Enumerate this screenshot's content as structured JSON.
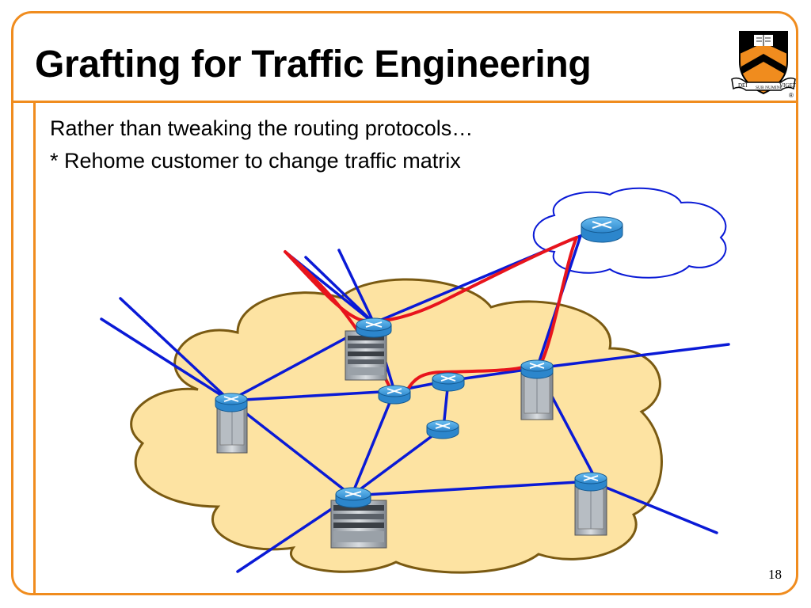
{
  "slide": {
    "title": "Grafting for Traffic Engineering",
    "bullets": [
      "Rather than tweaking the routing protocols…",
      "* Rehome customer to change traffic matrix"
    ],
    "page_number": "18"
  },
  "logo": {
    "name": "princeton-shield",
    "motto_left": "DEI",
    "motto_center": "SUB NUMINE",
    "motto_right": "VIGET",
    "registered_mark": "®"
  },
  "colors": {
    "frame": "#f08c1e",
    "cloud_fill": "#fde3a2",
    "cloud_stroke": "#7a5a12",
    "link": "#0a1ad6",
    "path": "#e8141c",
    "router": "#2d8fd8"
  },
  "diagram": {
    "routers": [
      {
        "id": "r-top-center"
      },
      {
        "id": "r-left"
      },
      {
        "id": "r-center"
      },
      {
        "id": "r-mid-right"
      },
      {
        "id": "r-small-lower"
      },
      {
        "id": "r-right"
      },
      {
        "id": "r-bottom-left"
      },
      {
        "id": "r-bottom-right"
      },
      {
        "id": "r-external-cloud"
      }
    ]
  }
}
